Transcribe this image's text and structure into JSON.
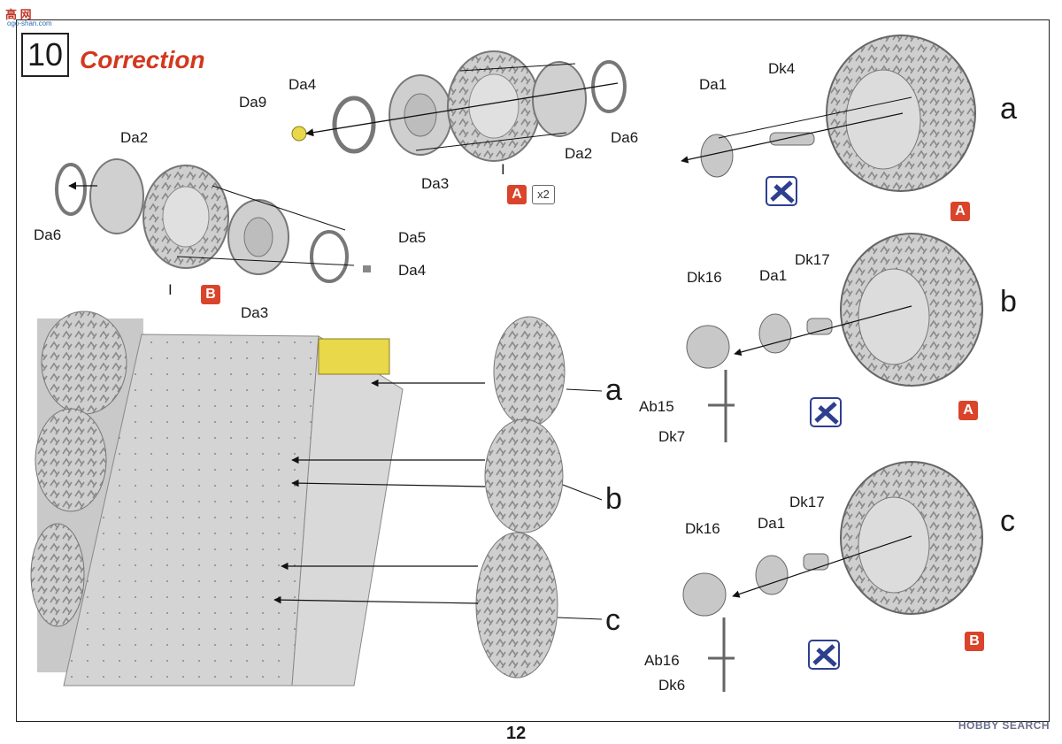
{
  "header": {
    "step_number": "10",
    "title": "Correction",
    "page_number": "12"
  },
  "watermark": {
    "site_logo": "高 网",
    "site_url": "ogo-shan.com",
    "corner_text": "HOBBY SEARCH"
  },
  "colors": {
    "accent_red": "#d2381f",
    "badge_red": "#d9442b",
    "glue_blue": "#2e3f8f",
    "yellow_part": "#e8d84a",
    "part_gray": "#c8c8c8"
  },
  "top_group": {
    "labels": [
      "Da4",
      "Da9",
      "Da3",
      "Da2",
      "Da6"
    ],
    "tire_mark": "I",
    "part_badge": "A",
    "multiplier": "x2"
  },
  "left_group": {
    "labels": [
      "Da2",
      "Da6",
      "Da5",
      "Da4",
      "Da3"
    ],
    "tire_mark": "I",
    "part_badge": "B"
  },
  "main": {
    "position_labels": [
      "a",
      "b",
      "c"
    ]
  },
  "detail_a": {
    "title": "a",
    "labels": [
      "Da1",
      "Dk4"
    ],
    "wheel_badge": "A",
    "glue_icon": "no-glue-icon"
  },
  "detail_b": {
    "title": "b",
    "labels": [
      "Dk16",
      "Da1",
      "Dk17",
      "Ab15",
      "Dk7"
    ],
    "wheel_badge": "A",
    "glue_icon": "no-glue-icon"
  },
  "detail_c": {
    "title": "c",
    "labels": [
      "Dk16",
      "Da1",
      "Dk17",
      "Ab16",
      "Dk6"
    ],
    "wheel_badge": "B",
    "glue_icon": "no-glue-icon"
  }
}
